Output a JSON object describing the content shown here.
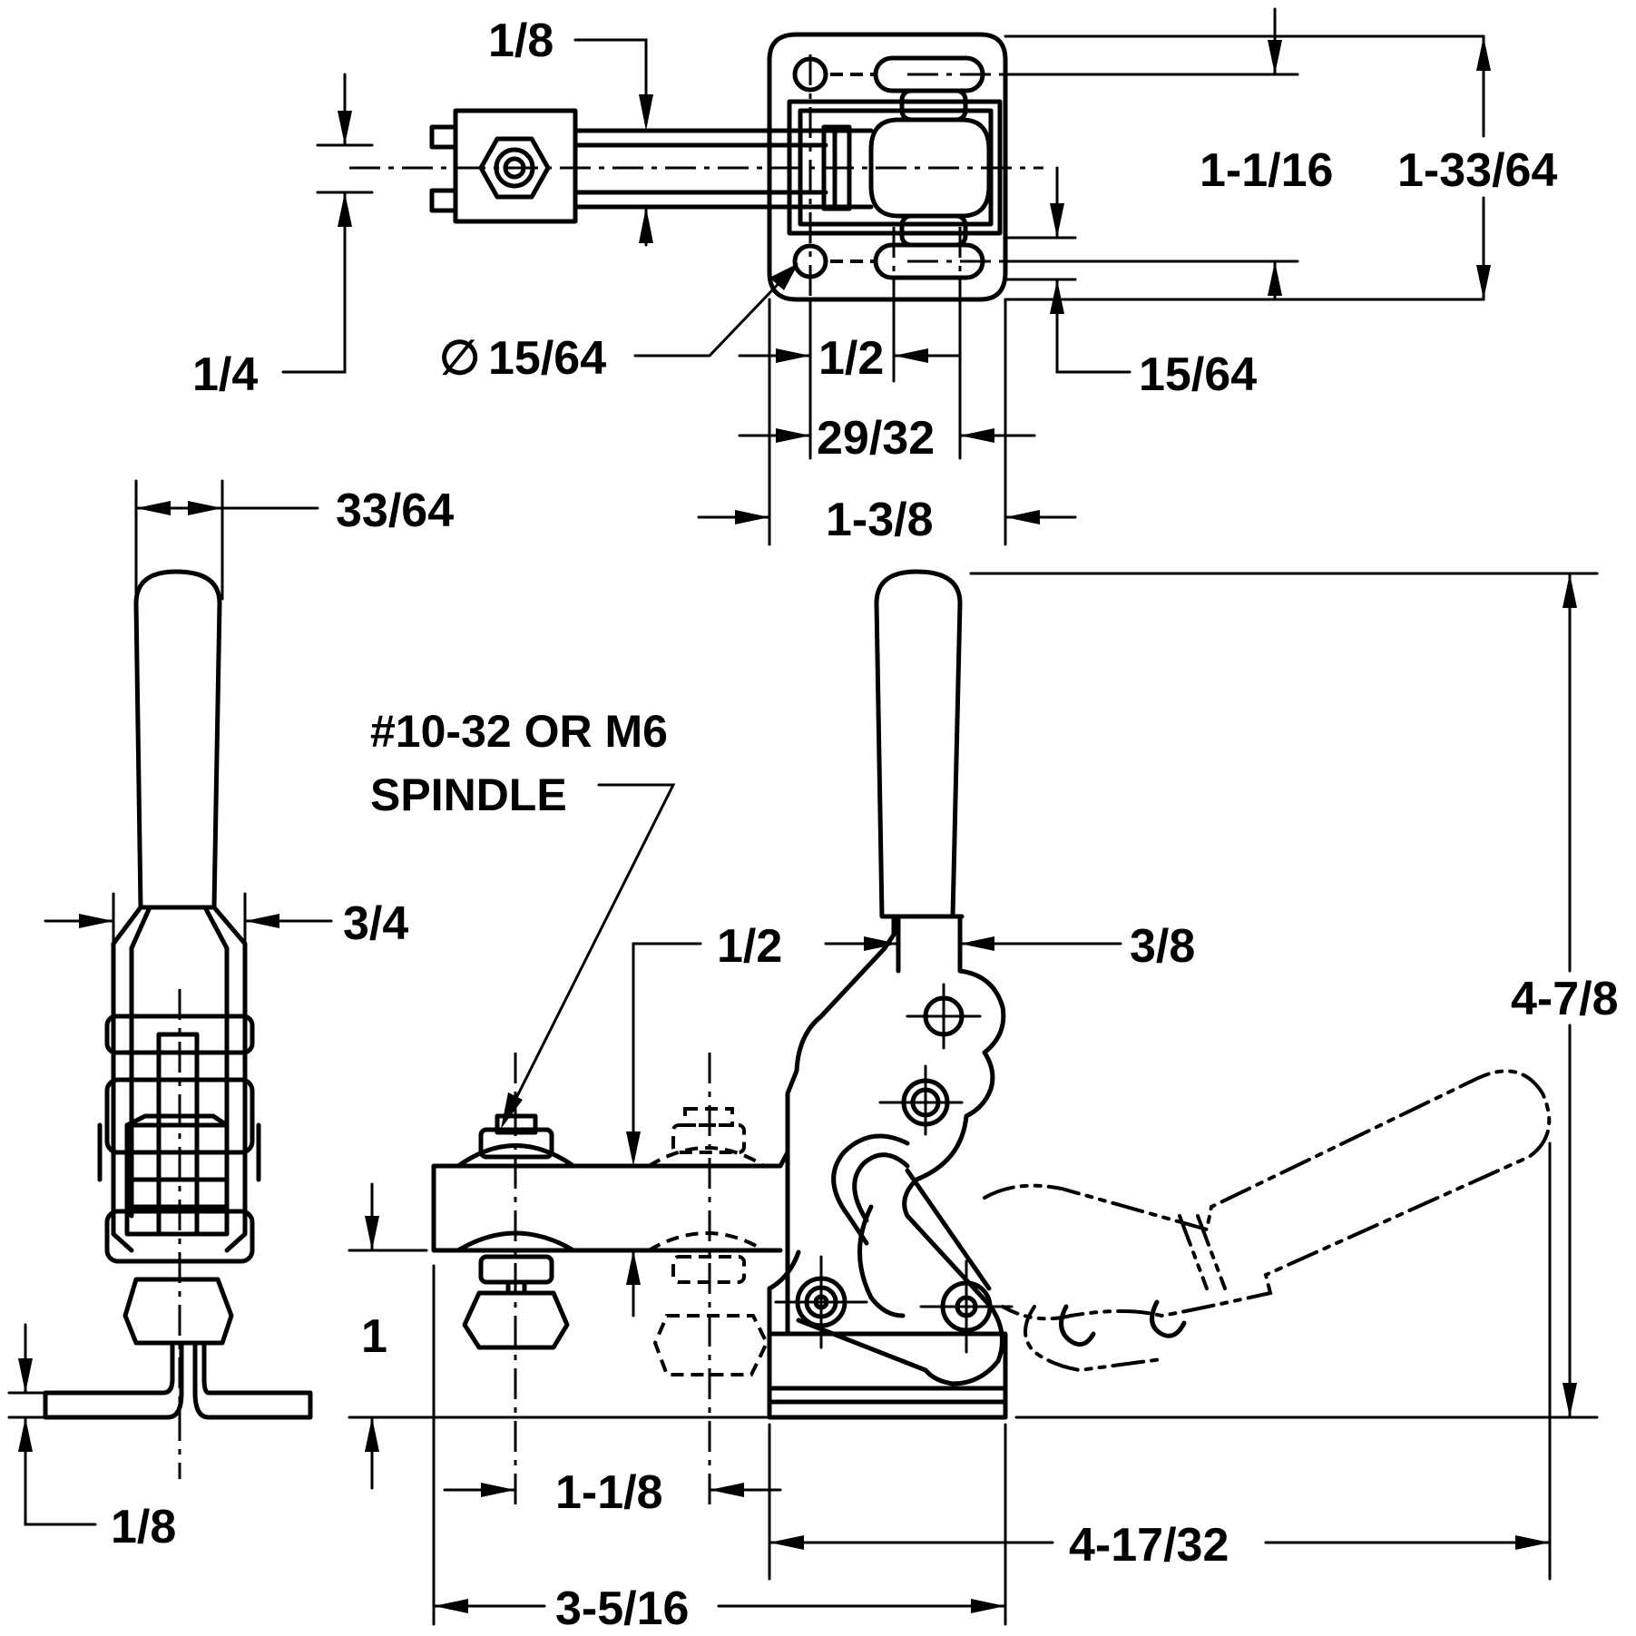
{
  "dimensions": {
    "top_one_eighth": "1/8",
    "quarter": "1/4",
    "hole_diameter_symbol": "∅",
    "hole_diameter": "15/64",
    "slot_width": "1/2",
    "bolt_spacing": "29/32",
    "base_width": "1-3/8",
    "slot_offset": "15/64",
    "slot_pitch": "1-1/16",
    "base_depth": "1-33/64",
    "handle_width": "33/64",
    "arm_width": "3/4",
    "bottom_one_eighth": "1/8",
    "spindle_offset": "1/2",
    "handle_neck": "3/8",
    "overall_height": "4-7/8",
    "bar_height": "1",
    "bar_reach": "1-1/8",
    "open_length": "4-17/32",
    "closed_length": "3-5/16"
  },
  "notes": {
    "spindle_line1": "#10-32 OR M6",
    "spindle_line2": "SPINDLE"
  }
}
